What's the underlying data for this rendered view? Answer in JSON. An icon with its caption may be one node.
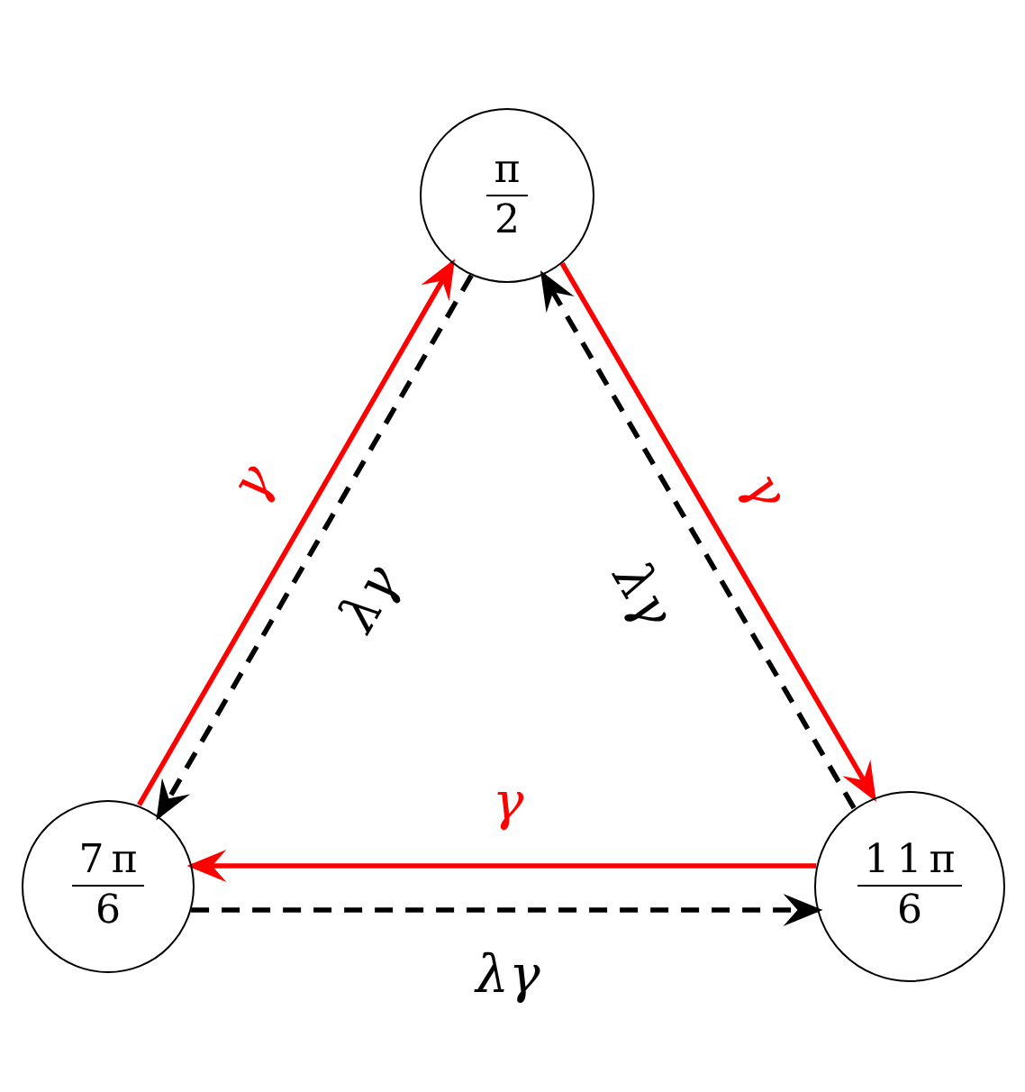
{
  "diagram": {
    "nodes": [
      {
        "text": [
          "π",
          "2"
        ]
      },
      {
        "text": [
          "7π",
          "6"
        ]
      },
      {
        "text": [
          "11π",
          "6"
        ]
      }
    ],
    "edges": [
      {
        "from": 1,
        "to": 0,
        "arrow": "to",
        "label": "γ",
        "color": "#ff0000"
      },
      {
        "from": 0,
        "to": 2,
        "arrow": "to",
        "label": "γ",
        "color": "#ff0000"
      },
      {
        "from": 2,
        "to": 1,
        "arrow": "to",
        "label": "γ",
        "color": "#ff0000"
      },
      {
        "from": 0,
        "to": 1,
        "arrow": "to",
        "label": "λγ",
        "style": "dashed",
        "color": "#000000"
      },
      {
        "from": 2,
        "to": 0,
        "arrow": "to",
        "label": "λγ",
        "style": "dashed",
        "color": "#000000"
      },
      {
        "from": 1,
        "to": 2,
        "arrow": "to",
        "label": "λγ",
        "style": "dashed",
        "color": "#000000"
      }
    ]
  }
}
